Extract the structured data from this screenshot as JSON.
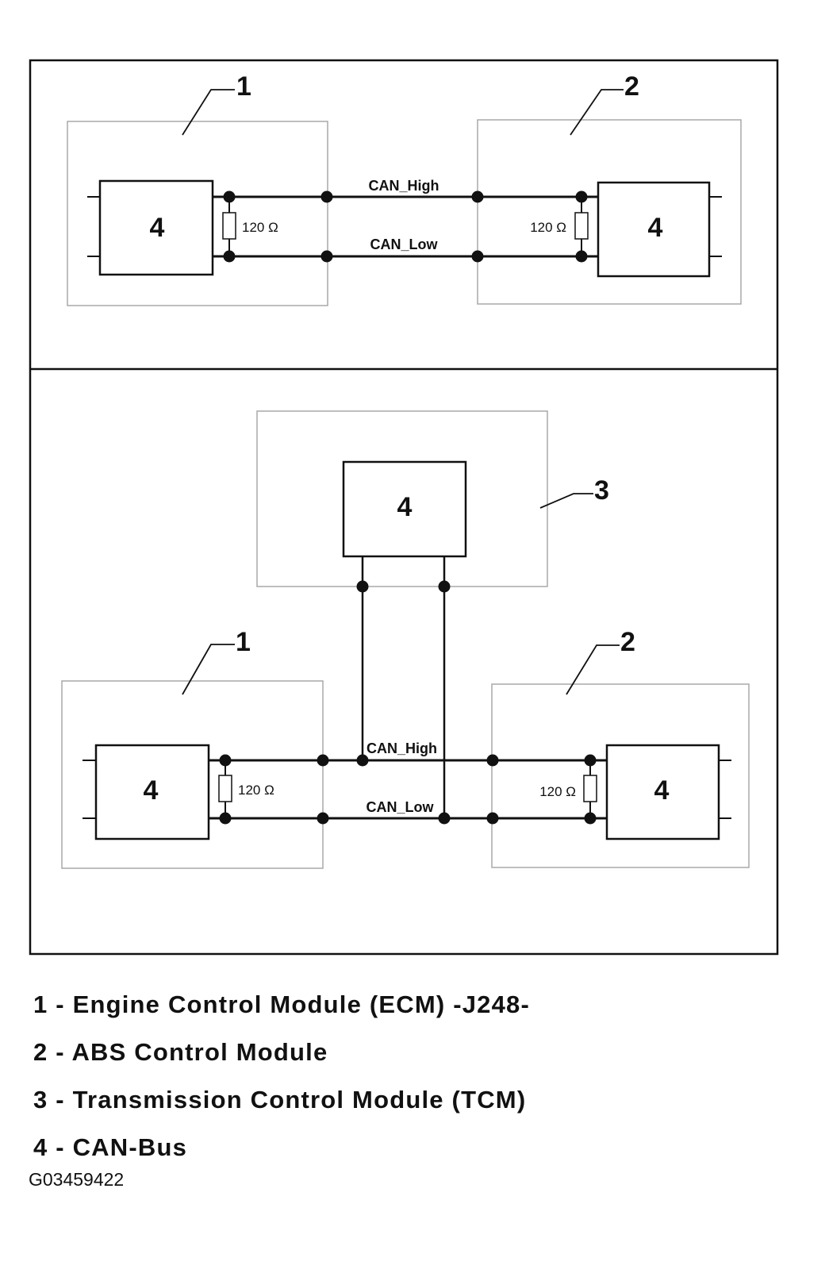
{
  "top_panel": {
    "module_1": {
      "callout": "1",
      "bus_box": "4",
      "resistor": "120 Ω"
    },
    "module_2": {
      "callout": "2",
      "bus_box": "4",
      "resistor": "120 Ω"
    },
    "can_high_label": "CAN_High",
    "can_low_label": "CAN_Low"
  },
  "bottom_panel": {
    "module_3": {
      "callout": "3",
      "bus_box": "4"
    },
    "module_1": {
      "callout": "1",
      "bus_box": "4",
      "resistor": "120 Ω"
    },
    "module_2": {
      "callout": "2",
      "bus_box": "4",
      "resistor": "120 Ω"
    },
    "can_high_label": "CAN_High",
    "can_low_label": "CAN_Low"
  },
  "legend": {
    "items": [
      {
        "text": "1 - Engine Control Module (ECM) -J248-"
      },
      {
        "text": "2 - ABS Control Module"
      },
      {
        "text": "3 - Transmission Control Module (TCM)"
      },
      {
        "text": "4 - CAN-Bus"
      }
    ]
  },
  "figure_id": "G03459422",
  "colors": {
    "line": "#111111",
    "module_outline": "#a8a8a8",
    "background": "#ffffff"
  }
}
